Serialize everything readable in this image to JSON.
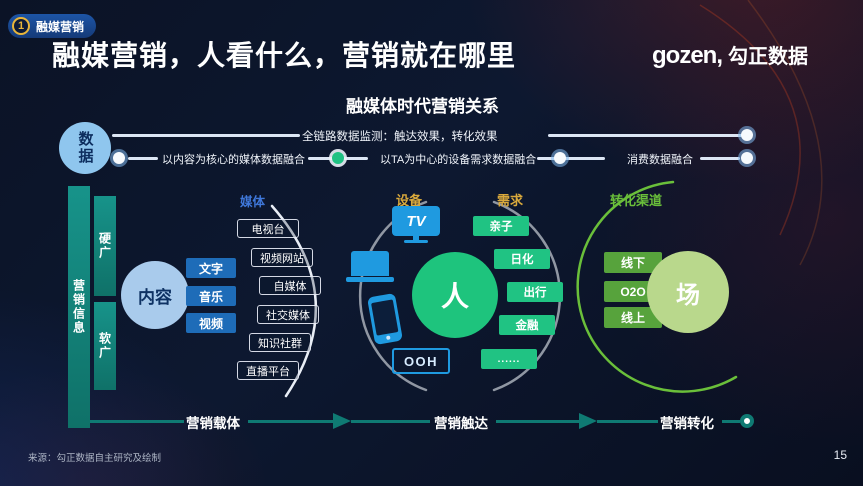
{
  "header": {
    "badge_number": "1",
    "badge_label": "融媒营销",
    "title": "融媒营销，人看什么，营销就在哪里",
    "logo_brand": "gozen,",
    "logo_name": "勾正数据"
  },
  "subtitle": "融媒体时代营销关系",
  "data_layer": {
    "hub_label": "数据",
    "monitor_text": "全链路数据监测：触达效果，转化效果",
    "fusion_items": [
      "以内容为核心的媒体数据融合",
      "以TA为中心的设备需求数据融合",
      "消费数据融合"
    ]
  },
  "left_rail": {
    "vertical_label": "营销信息",
    "hard_ad": "硬广",
    "soft_ad": "软广"
  },
  "content_group": {
    "circle_label": "内容",
    "items": [
      "文字",
      "音乐",
      "视频"
    ]
  },
  "media_group": {
    "label": "媒体",
    "items": [
      "电视台",
      "视频网站",
      "自媒体",
      "社交媒体",
      "知识社群",
      "直播平台"
    ]
  },
  "device_group": {
    "label": "设备",
    "tv_label": "TV",
    "ooh_label": "OOH"
  },
  "person_group": {
    "circle_label": "人"
  },
  "demand_group": {
    "label": "需求",
    "items": [
      "亲子",
      "日化",
      "出行",
      "金融",
      "......"
    ]
  },
  "conversion_group": {
    "label": "转化渠道",
    "items": [
      "线下",
      "O2O",
      "线上"
    ],
    "circle_label": "场"
  },
  "flow": {
    "stages": [
      "营销载体",
      "营销触达",
      "营销转化"
    ]
  },
  "footer": {
    "source": "来源：勾正数据自主研究及绘制",
    "page_number": "15"
  },
  "colors": {
    "teal": "#0f7a73",
    "content_blue": "#1e6cb8",
    "device_blue": "#1f9ae0",
    "demand_green": "#20c383",
    "conversion_green": "#57a33c",
    "arc_green": "#6abf3a",
    "gold_label": "#d9a93c",
    "hub_blue": "#8fc6ee",
    "badge_blue": "#1d55a6"
  }
}
